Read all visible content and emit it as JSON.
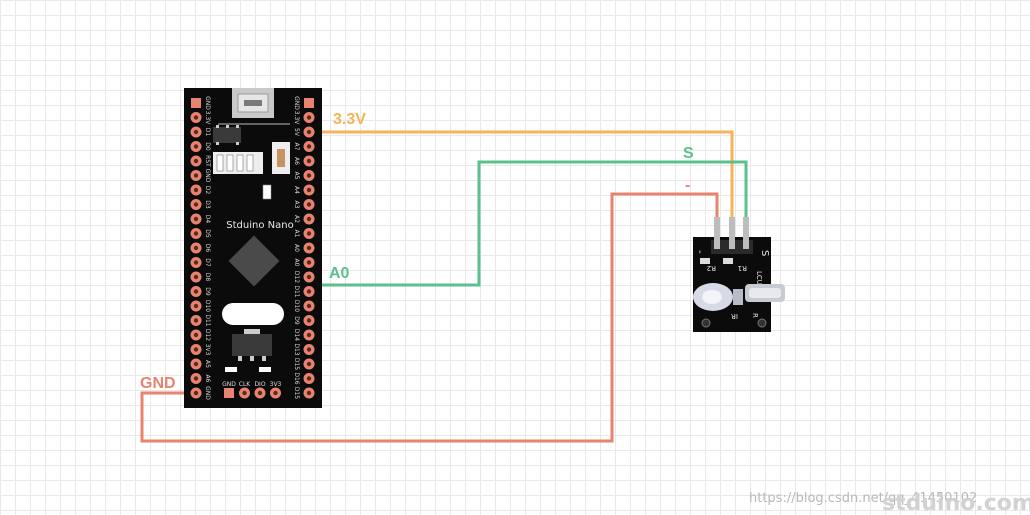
{
  "board": {
    "label": "Stduino Nano",
    "bottom_pins": [
      "GND",
      "CLK",
      "DIO",
      "3V3"
    ],
    "left_pins": [
      "GND",
      "3.3V",
      "D1",
      "D0",
      "RST",
      "GND",
      "D2",
      "D3",
      "D4",
      "D5",
      "D6",
      "D7",
      "D8",
      "D9",
      "D10",
      "D11",
      "D12",
      "3V3",
      "A5",
      "A6",
      "GND"
    ],
    "right_pins": [
      "GND",
      "3.3V",
      "5V",
      "A7",
      "A6",
      "A5",
      "A4",
      "A3",
      "A2",
      "A1",
      "A0",
      "A0",
      "D12",
      "D11",
      "D10",
      "D9",
      "D14",
      "D13",
      "D15",
      "D16",
      "D15"
    ]
  },
  "module": {
    "pin_labels": [
      "-",
      "S"
    ],
    "marks": [
      "R2",
      "R1",
      "LCUP",
      "IR",
      "R"
    ]
  },
  "wires": [
    {
      "id": "3v3",
      "label": "3.3V",
      "color": "#f5b35a"
    },
    {
      "id": "a0",
      "label": "A0",
      "color": "#5cc08e"
    },
    {
      "id": "gnd",
      "label": "GND",
      "color": "#e8836f"
    },
    {
      "id": "s",
      "label": "S",
      "color": "#5cc08e"
    },
    {
      "id": "minus",
      "label": "-",
      "color": "#e8836f"
    }
  ],
  "colors": {
    "board": "#0b0b0b",
    "pad": "#e8836f",
    "chip": "#3a3a3a",
    "usb": "#c9c9c9"
  },
  "watermark": {
    "url": "https://blog.csdn.net/qq_41450102",
    "brand": "stduino.com"
  }
}
